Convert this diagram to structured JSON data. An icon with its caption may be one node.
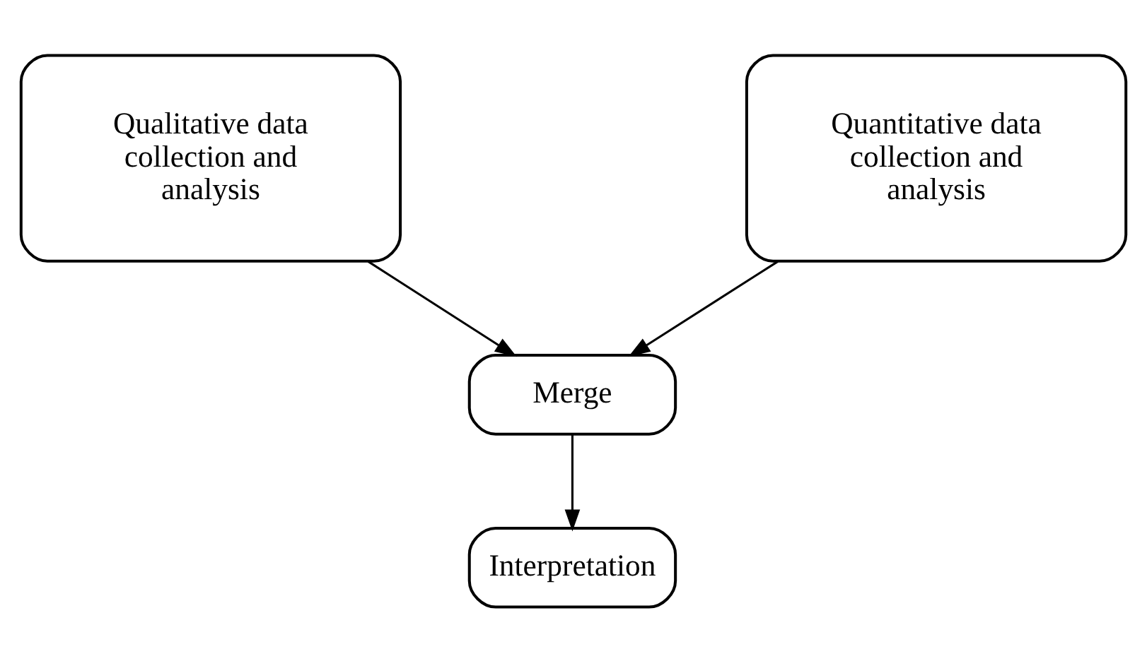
{
  "diagram": {
    "nodes": [
      {
        "text": [
          "Qualitative data collection and analysis"
        ]
      },
      {
        "text": [
          "Quantitative data collection and analysis"
        ]
      },
      {
        "text": [
          "Merge"
        ]
      },
      {
        "text": [
          "Interpretation"
        ]
      }
    ],
    "edges": [
      {
        "from": 0,
        "to": 2,
        "arrow": "to"
      },
      {
        "from": 1,
        "to": 2,
        "arrow": "to"
      },
      {
        "from": 2,
        "to": 3,
        "arrow": "to"
      }
    ]
  }
}
